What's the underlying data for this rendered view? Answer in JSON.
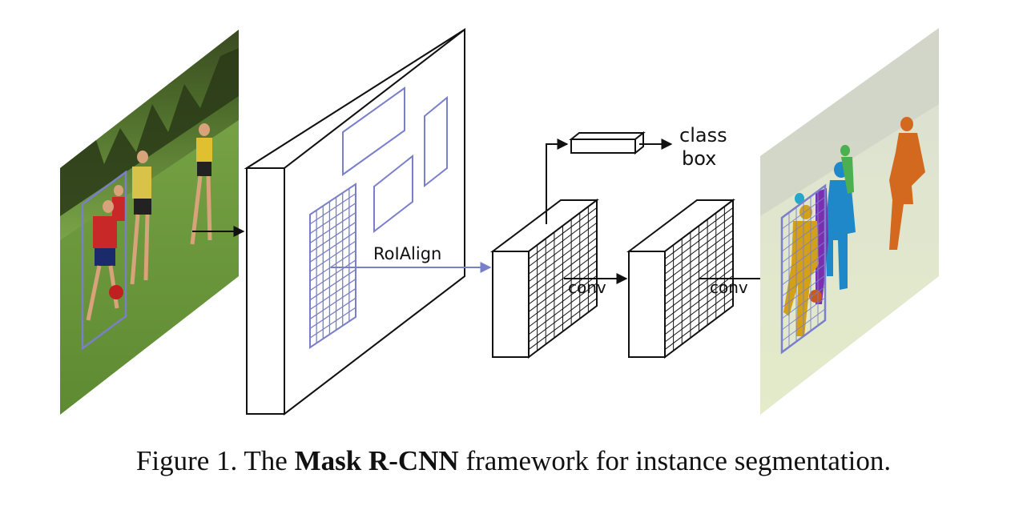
{
  "diagram": {
    "labels": {
      "roialign": "RoIAlign",
      "conv_1": "conv",
      "conv_2": "conv",
      "class": "class",
      "box": "box"
    }
  },
  "caption": {
    "prefix": "Figure 1. The ",
    "bold": "Mask R-CNN",
    "suffix": " framework for instance segmentation."
  },
  "colors": {
    "roi": "#7a7fc9",
    "line": "#111111",
    "grass": "#6f9a3c",
    "trees": "#2d3a1c",
    "mask_orange": "#d2691e",
    "mask_blue": "#1e88c8",
    "mask_green": "#4caf50",
    "mask_yellow": "#d4a017",
    "mask_purple": "#7b2fb0",
    "mask_cyan": "#26a6c9"
  }
}
